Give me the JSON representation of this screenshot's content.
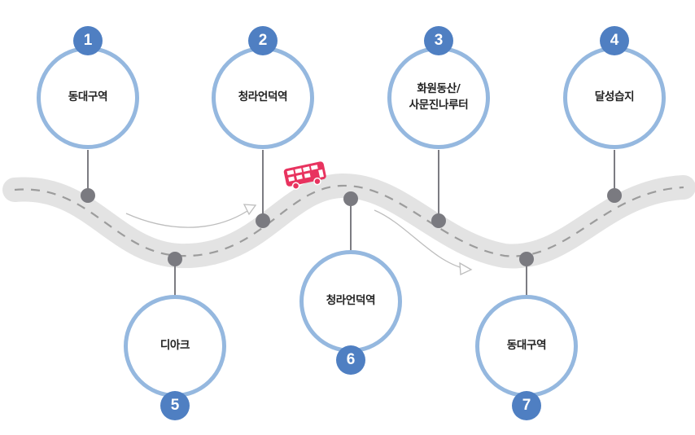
{
  "colors": {
    "road": "#e3e3e3",
    "road_dash": "#9c9c9c",
    "circle_border": "#95b8df",
    "badge": "#4f7fc2",
    "node": "#7a7a80",
    "bus": "#e8335f"
  },
  "icons": {
    "bus": "double-decker-bus-icon"
  },
  "stops": [
    {
      "number": "1",
      "label": "동대구역"
    },
    {
      "number": "2",
      "label": "청라언덕역"
    },
    {
      "number": "3",
      "label": "화원동산/\n사문진나루터"
    },
    {
      "number": "4",
      "label": "달성습지"
    },
    {
      "number": "5",
      "label": "디아크"
    },
    {
      "number": "6",
      "label": "청라언덕역"
    },
    {
      "number": "7",
      "label": "동대구역"
    }
  ]
}
